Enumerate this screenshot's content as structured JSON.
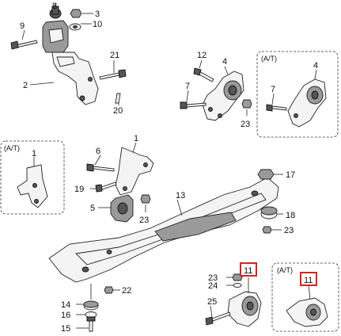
{
  "labels": {
    "p1": "1",
    "p2": "2",
    "p3": "3",
    "p4a": "4",
    "p4b": "4",
    "p5": "5",
    "p6": "6",
    "p7a": "7",
    "p7b": "7",
    "p8": "8",
    "p9": "9",
    "p10": "10",
    "p11a": "11",
    "p11b": "11",
    "p12": "12",
    "p13": "13",
    "p14": "14",
    "p15": "15",
    "p16": "16",
    "p17": "17",
    "p18": "18",
    "p19": "19",
    "p20": "20",
    "p21": "21",
    "p22": "22",
    "p23a": "23",
    "p23b": "23",
    "p23c": "23",
    "p23d": "23",
    "p24": "24",
    "p25": "25"
  },
  "variant_tags": {
    "at_top_right": "(A/T)",
    "at_left": "(A/T)",
    "at_bottom_right": "(A/T)"
  },
  "highlight_color": "#d62222"
}
